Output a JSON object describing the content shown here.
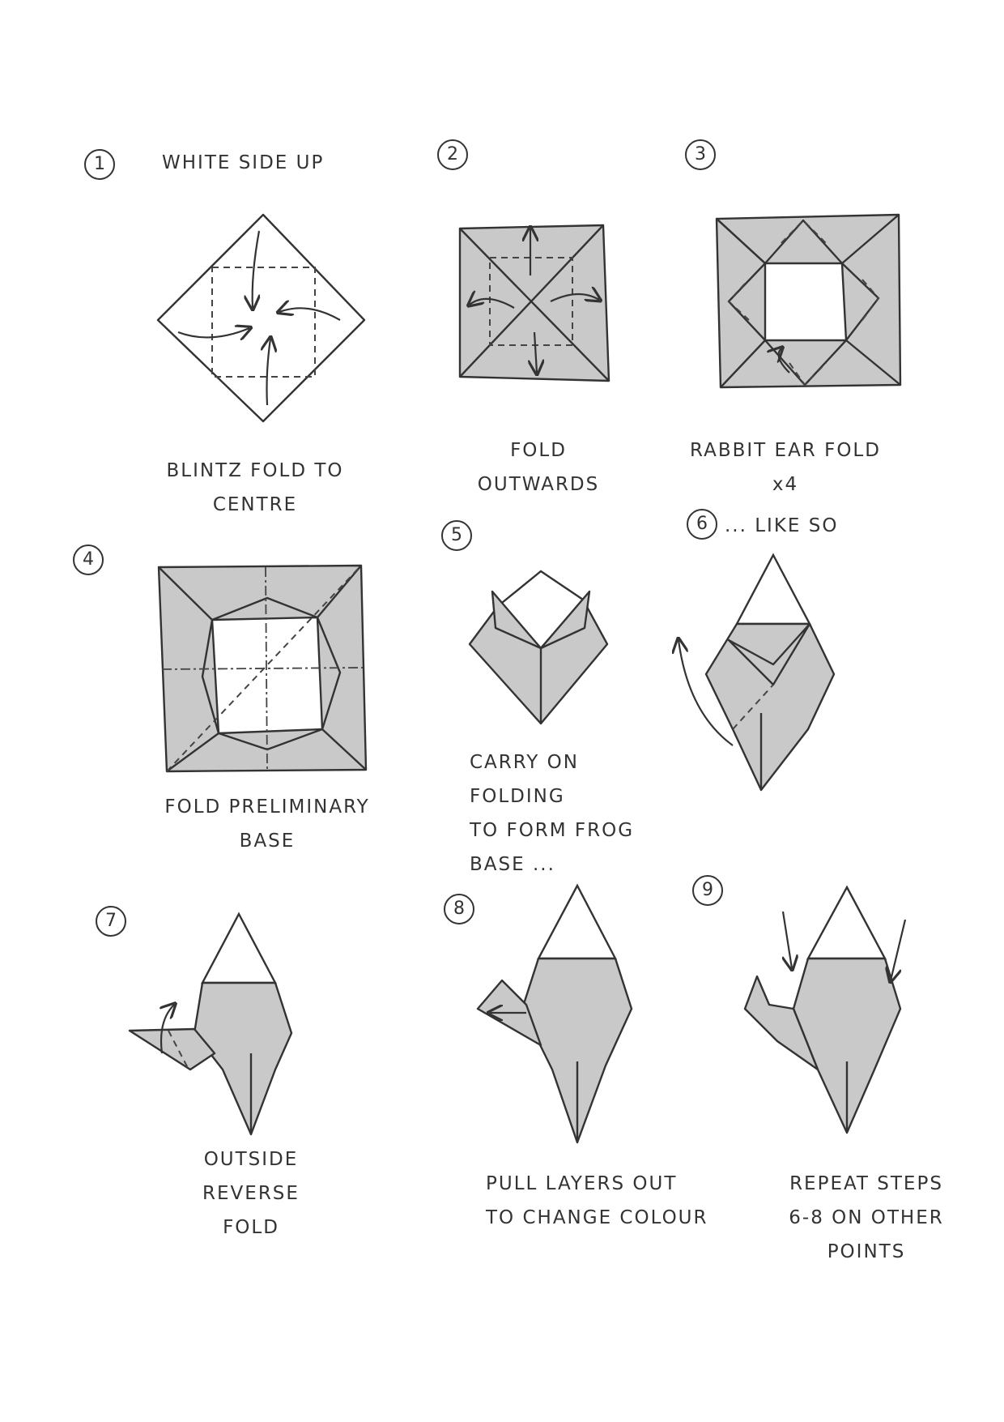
{
  "steps": [
    {
      "number": "1",
      "title": "WHITE SIDE UP",
      "caption": "BLINTZ FOLD TO\nCENTRE"
    },
    {
      "number": "2",
      "title": "",
      "caption": "FOLD OUTWARDS"
    },
    {
      "number": "3",
      "title": "",
      "caption": "RABBIT EAR FOLD x4"
    },
    {
      "number": "4",
      "title": "",
      "caption": "FOLD PRELIMINARY\nBASE"
    },
    {
      "number": "5",
      "title": "",
      "caption": "CARRY ON FOLDING\nTO FORM FROG\nBASE ..."
    },
    {
      "number": "6",
      "title": "... LIKE SO",
      "caption": ""
    },
    {
      "number": "7",
      "title": "",
      "caption": "OUTSIDE REVERSE\nFOLD"
    },
    {
      "number": "8",
      "title": "",
      "caption": "PULL LAYERS OUT\nTO CHANGE COLOUR"
    },
    {
      "number": "9",
      "title": "",
      "caption": "REPEAT STEPS\n6-8 ON OTHER\nPOINTS"
    }
  ]
}
